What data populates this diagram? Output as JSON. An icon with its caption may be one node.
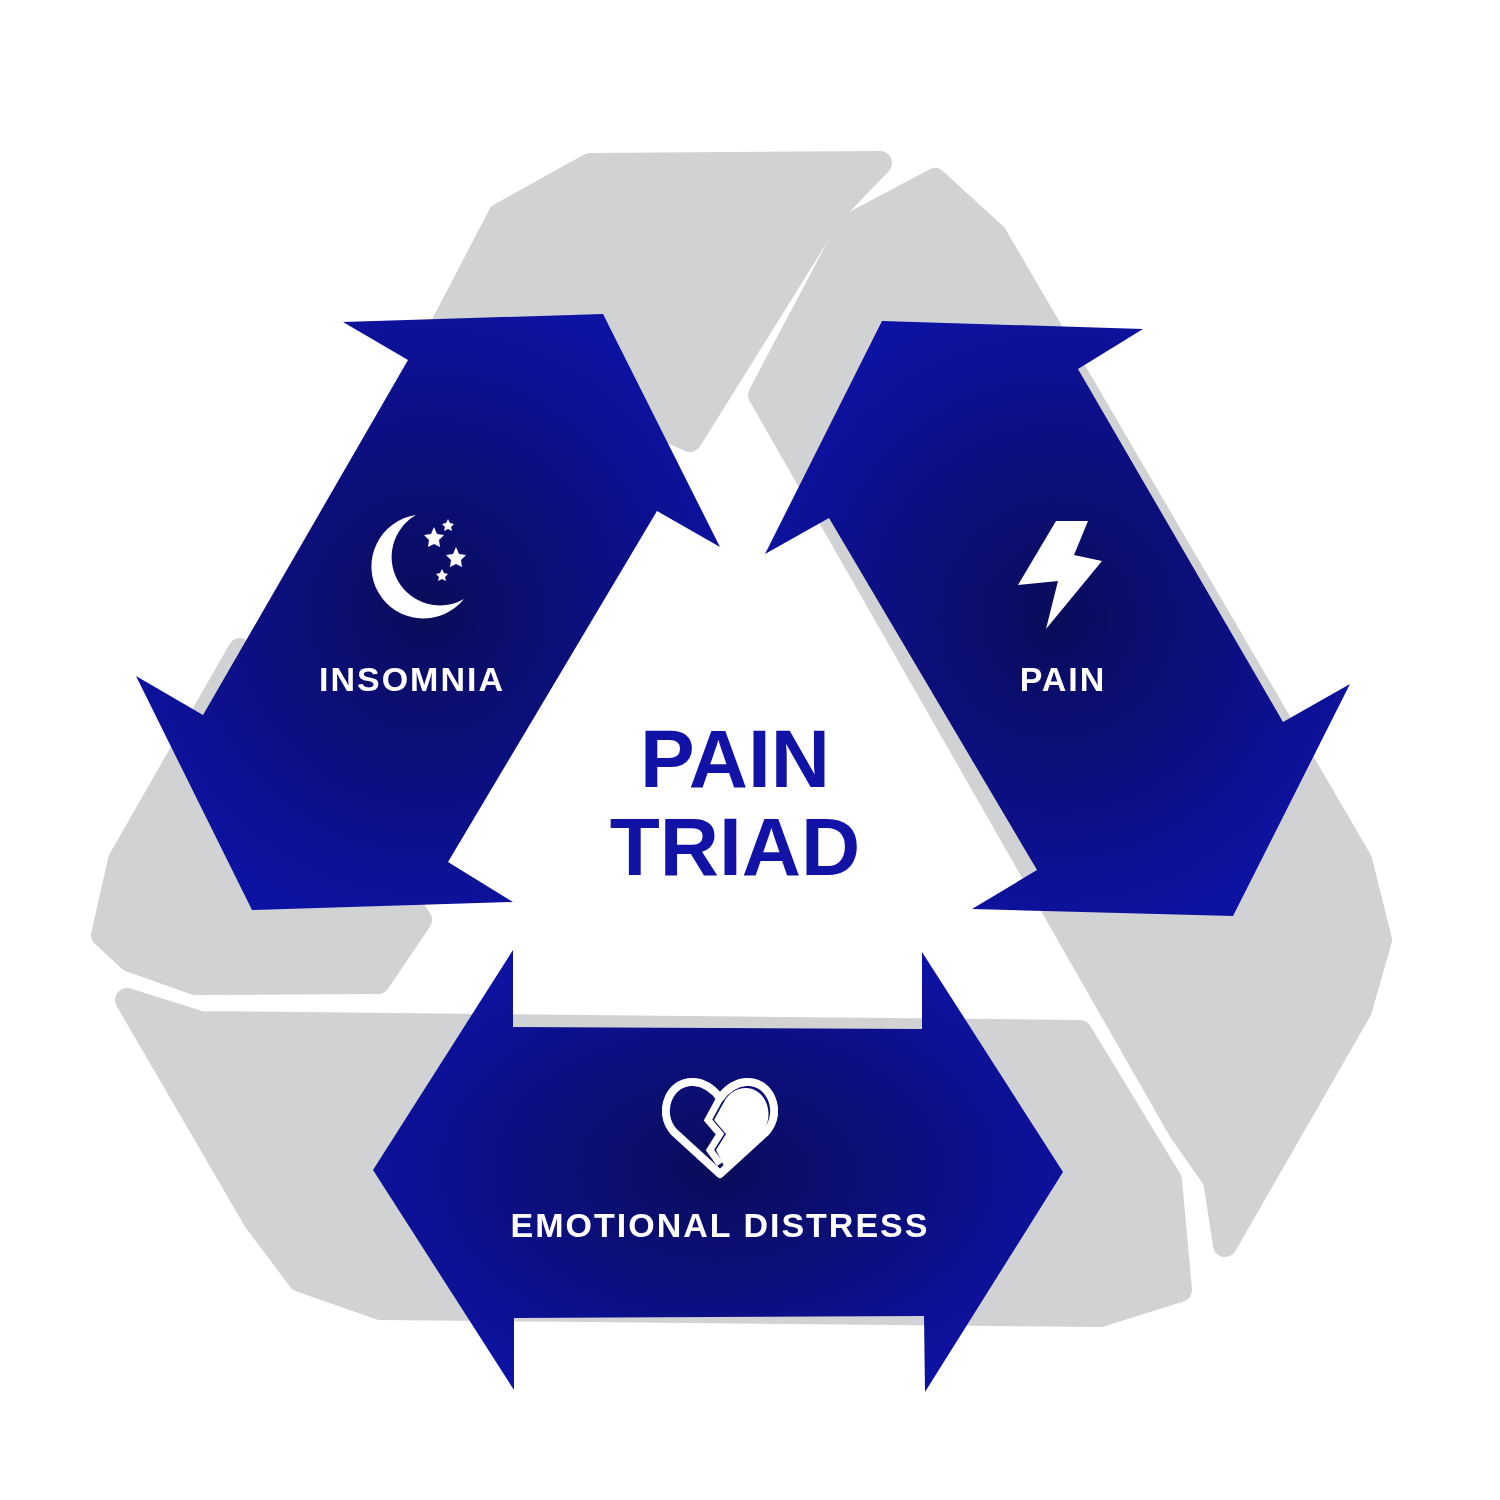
{
  "diagram": {
    "nodes": [
      {
        "text": [
          "PAIN TRIAD"
        ]
      },
      {
        "text": [
          "INSOMNIA"
        ]
      },
      {
        "text": [
          "PAIN"
        ]
      },
      {
        "text": [
          "EMOTIONAL DISTRESS"
        ]
      }
    ]
  }
}
